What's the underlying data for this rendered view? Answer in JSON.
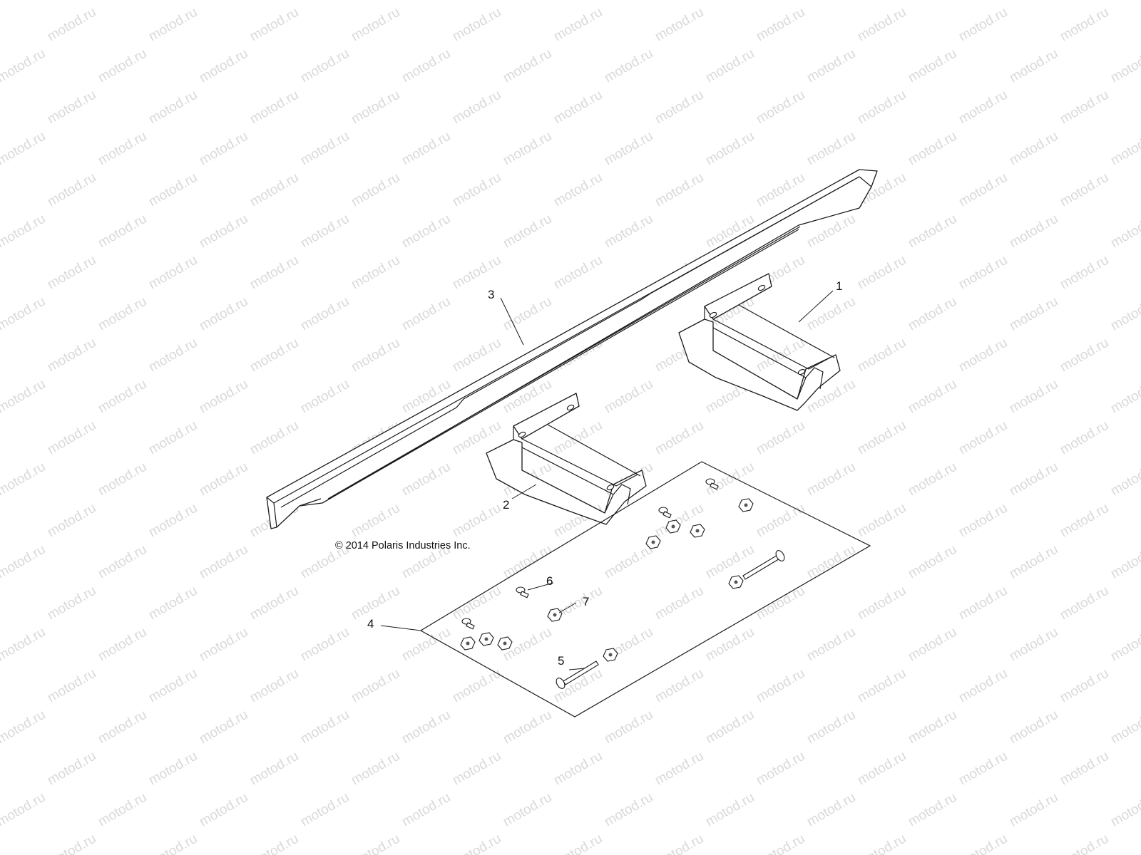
{
  "watermark": {
    "text": "motod.ru",
    "color": "#d9d9d9"
  },
  "copyright": "© 2014 Polaris Industries Inc.",
  "callouts": {
    "c1": "1",
    "c2": "2",
    "c3": "3",
    "c4": "4",
    "c5": "5",
    "c6": "6",
    "c7": "7"
  }
}
